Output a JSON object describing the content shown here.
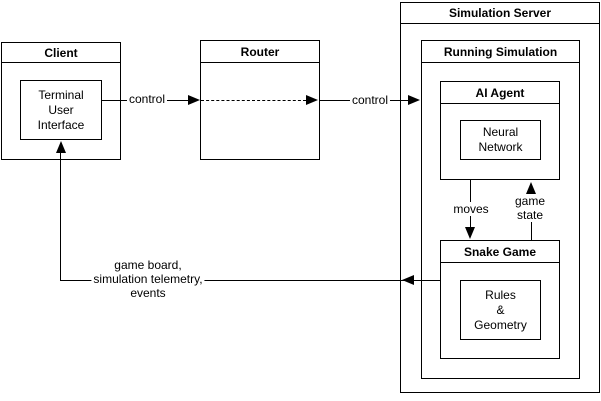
{
  "diagram": {
    "background": "#ffffff",
    "stroke_color": "#000000",
    "text_color": "#000000",
    "nodes": {
      "client": {
        "title": "Client"
      },
      "terminal_user_interface": {
        "lines": [
          "Terminal",
          "User",
          "Interface"
        ]
      },
      "router": {
        "title": "Router"
      },
      "simulation_server": {
        "title": "Simulation Server"
      },
      "running_simulation": {
        "title": "Running Simulation"
      },
      "ai_agent": {
        "title": "AI Agent"
      },
      "neural_network": {
        "lines": [
          "Neural",
          "Network"
        ]
      },
      "snake_game": {
        "title": "Snake Game"
      },
      "rules_geometry": {
        "lines": [
          "Rules",
          "&",
          "Geometry"
        ]
      }
    },
    "edges": {
      "control_client_to_router": {
        "label": "control",
        "style": "solid"
      },
      "router_passthrough": {
        "label": "",
        "style": "dashed"
      },
      "control_router_to_simulation": {
        "label": "control",
        "style": "solid"
      },
      "moves": {
        "label": "moves",
        "style": "solid"
      },
      "game_state": {
        "lines": [
          "game",
          "state"
        ],
        "style": "solid"
      },
      "feedback": {
        "lines": [
          "game board,",
          "simulation telemetry,",
          "events"
        ],
        "style": "solid"
      }
    }
  }
}
